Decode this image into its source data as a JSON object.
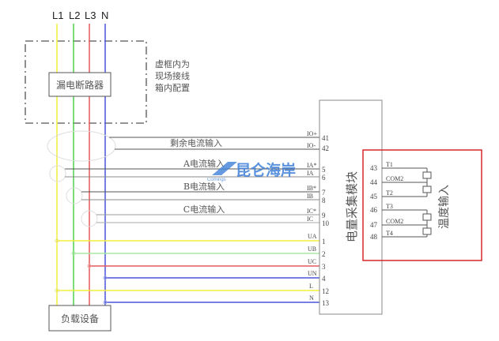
{
  "phases": [
    {
      "label": "L1",
      "color": "#f2ef3a"
    },
    {
      "label": "L2",
      "color": "#4ed24a"
    },
    {
      "label": "L3",
      "color": "#e45a5a"
    },
    {
      "label": "N",
      "color": "#4c55d8"
    }
  ],
  "breaker": {
    "label": "漏电断路器"
  },
  "dashed_note": {
    "lines": [
      "虚框内为",
      "现场接线",
      "箱内配置"
    ]
  },
  "load": {
    "label": "负载设备"
  },
  "module": {
    "label": "电量采集模块"
  },
  "current_inputs": [
    {
      "label": "剩余电流输入",
      "terms": [
        {
          "name": "IO+",
          "num": "41"
        },
        {
          "name": "IO-",
          "num": "42"
        }
      ]
    },
    {
      "label": "A电流输入",
      "terms": [
        {
          "name": "IA*",
          "num": "5"
        },
        {
          "name": "IA",
          "num": "6"
        }
      ]
    },
    {
      "label": "B电流输入",
      "terms": [
        {
          "name": "IB*",
          "num": "7"
        },
        {
          "name": "IB",
          "num": "8"
        }
      ]
    },
    {
      "label": "C电流输入",
      "terms": [
        {
          "name": "IC*",
          "num": "9"
        },
        {
          "name": "IC",
          "num": "10"
        }
      ]
    }
  ],
  "voltage_inputs": [
    {
      "name": "UA",
      "num": "1"
    },
    {
      "name": "UB",
      "num": "2"
    },
    {
      "name": "UC",
      "num": "3"
    },
    {
      "name": "UN",
      "num": "4"
    },
    {
      "name": "L",
      "num": "12"
    },
    {
      "name": "N",
      "num": "13"
    }
  ],
  "temperature": {
    "label": "温度输入",
    "border_color": "#d9262c",
    "terms": [
      {
        "num": "43",
        "name": "T1"
      },
      {
        "num": "44",
        "name": "COM2"
      },
      {
        "num": "45",
        "name": "T2"
      },
      {
        "num": "46",
        "name": "T3"
      },
      {
        "num": "47",
        "name": "COM2"
      },
      {
        "num": "48",
        "name": "T4"
      }
    ]
  },
  "watermark": {
    "text": "昆仑海岸",
    "sub": "Comings"
  }
}
